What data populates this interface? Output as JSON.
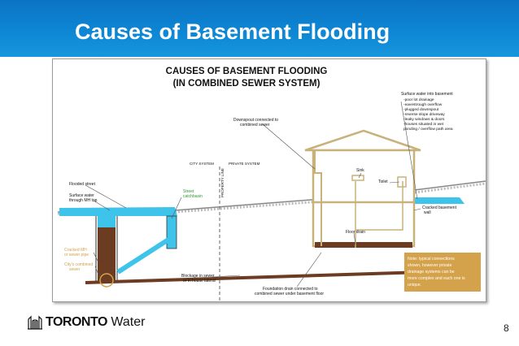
{
  "slide": {
    "title": "Causes of Basement Flooding",
    "page_number": "8"
  },
  "diagram": {
    "title_line1": "CAUSES OF BASEMENT FLOODING",
    "title_line2": "(IN COMBINED SEWER SYSTEM)",
    "surface_water_title": "Surface water into basement",
    "surface_water_items": [
      "-poor lot drainage",
      "-eavestrough overflow",
      "-plugged downspout",
      "-reverse slope driveway",
      "-leaky windows & doors",
      "-houses situated in wet",
      " ponding / overflow path area"
    ],
    "downspout_line1": "Downspout connected to",
    "downspout_line2": "combined sewer",
    "city_system": "CITY SYSTEM",
    "private_system": "PRIVATE SYSTEM",
    "property_line": "PROPERTY LINE",
    "flooded_street": "Flooded street",
    "surface_water_mh_line1": "Surface water",
    "surface_water_mh_line2": "through MH top",
    "street_catchbasin_line1": "Street",
    "street_catchbasin_line2": "catchbasin",
    "sink": "Sink",
    "toilet": "Toilet",
    "floor_drain": "Floor drain",
    "cracked_wall_line1": "Cracked basement",
    "cracked_wall_line2": "wall",
    "cracked_mh_line1": "Cracked MH",
    "cracked_mh_line2": "or sewer pipe",
    "combined_sewer_line1": "City's combined",
    "combined_sewer_line2": "sewer",
    "blockage_line1": "Blockage in sewer",
    "blockage_line2": "or in house lateral",
    "foundation_line1": "Foundation drain connected to",
    "foundation_line2": "combined sewer under basement floor",
    "note_lines": [
      "Note: typical connections",
      "shown, however private",
      "drainage systems can be",
      "more complex and each one is",
      "unique."
    ]
  },
  "footer": {
    "logo_bold": "TORONTO",
    "logo_regular": "Water"
  },
  "colors": {
    "header_blue": "#0d86d4",
    "water_blue": "#3ec3ea",
    "sewer_brown": "#6b3b22",
    "callout_orange": "#d4a24a",
    "catchbasin_green": "#2f9a2f",
    "house_tan": "#c8b27a"
  }
}
